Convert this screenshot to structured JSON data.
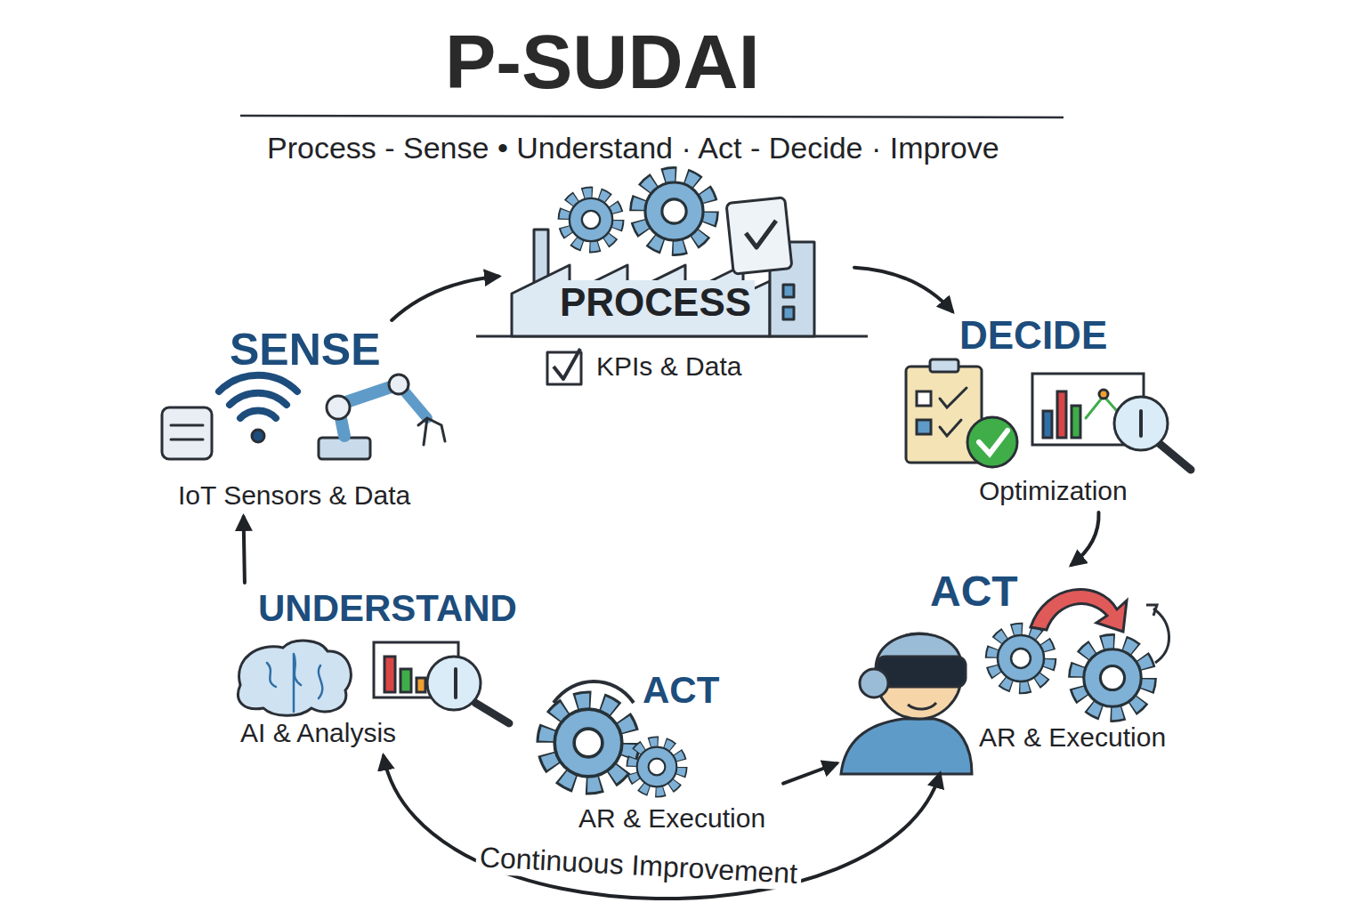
{
  "diagram": {
    "title": "P-SUDAI",
    "nodes": [
      {
        "text": [
          "PROCESS",
          "KPIs & Data"
        ]
      },
      {
        "text": [
          "SENSE",
          "IoT Sensors & Data"
        ]
      },
      {
        "text": [
          "DECIDE",
          "Optimization"
        ]
      },
      {
        "text": [
          "UNDERSTAND",
          "AI & Analysis"
        ]
      },
      {
        "text": [
          "ACT",
          "AR & Execution"
        ]
      },
      {
        "text": [
          "ACT",
          "AR & Execution"
        ]
      }
    ],
    "edges": [
      {
        "from": 1,
        "to": 0,
        "arrow": "to"
      },
      {
        "from": 0,
        "to": 2,
        "arrow": "to"
      },
      {
        "from": 2,
        "to": 4,
        "arrow": "to"
      },
      {
        "from": 3,
        "to": 1,
        "arrow": "to"
      },
      {
        "from": 5,
        "to": 4,
        "arrow": "to"
      },
      {
        "from": 3,
        "to": 4,
        "arrow": "both",
        "label": "Continuous Improvement"
      }
    ],
    "labels": [
      "Process - Sense • Understand · Act - Decide · Improve"
    ]
  }
}
